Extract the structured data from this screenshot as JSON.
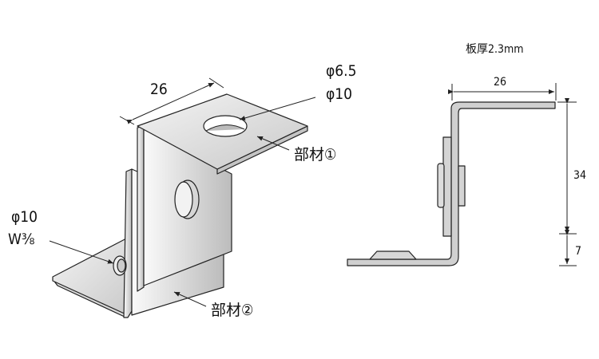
{
  "isometric_view": {
    "width_dim": "26",
    "top_hole_d1": "φ6.5",
    "top_hole_d2": "φ10",
    "part1_label": "部材①",
    "bottom_hole_d": "φ10",
    "bottom_thread": "W⅜",
    "part2_label": "部材②"
  },
  "side_view": {
    "thickness": "板厚2.3mm",
    "width_dim": "26",
    "height_dim": "34",
    "offset_dim": "7"
  }
}
